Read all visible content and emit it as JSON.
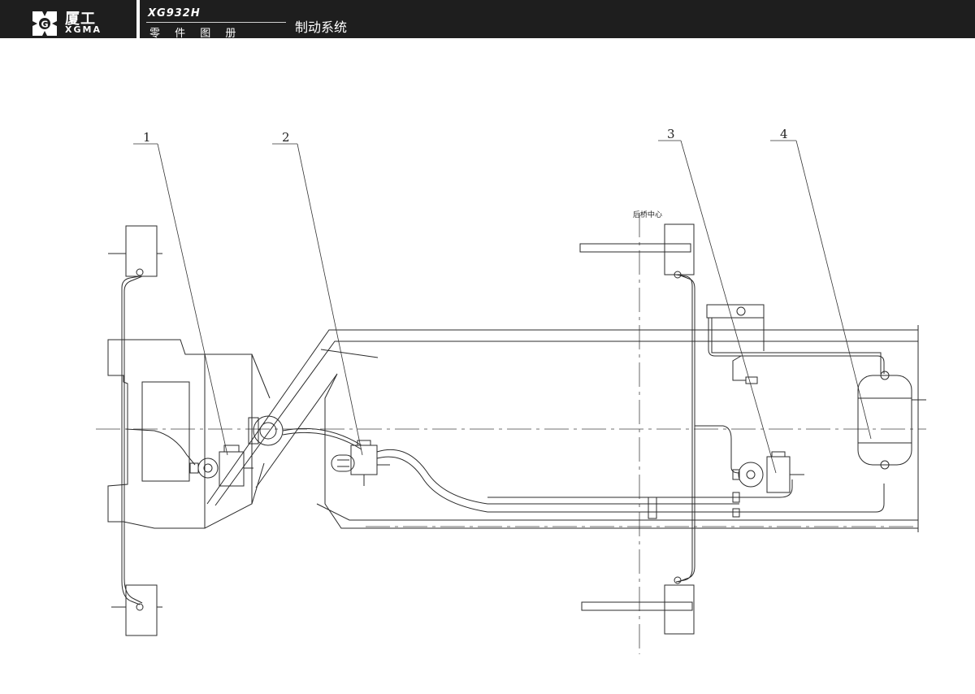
{
  "header": {
    "brand_cn": "厦工",
    "brand_en": "XGMA",
    "model": "XG932H",
    "catalog_label": "零 件 图 册",
    "section_title": "制动系统"
  },
  "diagram": {
    "callouts": [
      "1",
      "2",
      "3",
      "4"
    ],
    "rear_axle_label": "后桥中心"
  }
}
